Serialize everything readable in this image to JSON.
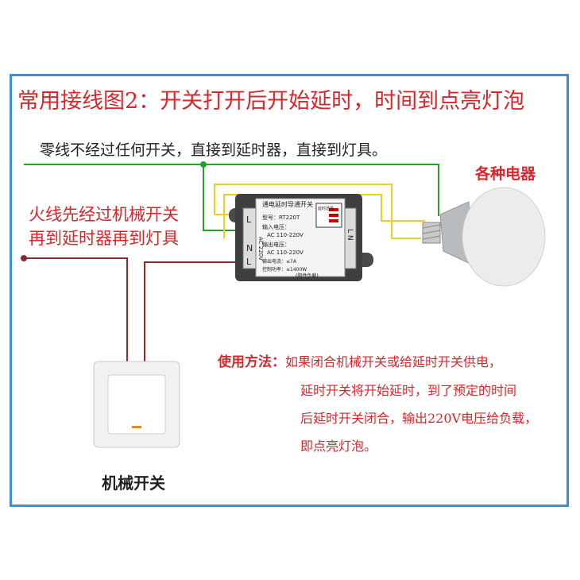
{
  "title": "常用接线图2：开关打开后开始延时，时间到点亮灯泡",
  "neutral_note": "零线不经过任何开关，直接到延时器，直接到灯具。",
  "live_note": [
    "火线先经过机械开关",
    "再到延时器再到灯具"
  ],
  "appliance_label": "各种电器",
  "switch_label": "机械开关",
  "usage": {
    "label": "使用方法：",
    "lines": [
      "如果闭合机械开关或给延时开关供电，",
      "延时开关将开始延时，到了预定的时间",
      "后延时开关闭合，输出220V电压给负载，",
      "即点亮灯泡。"
    ]
  },
  "module": {
    "header": "通电延时导通开关",
    "model": "型号：RT220T",
    "input_label": "输入电压：",
    "input_value": "AC 110-220V",
    "output_label": "输出电压：",
    "output_value": "AC 110-220V",
    "current": "输出电流：≤7A",
    "power": "控制功率：≤1400W",
    "load_type": "(阻性负载)",
    "delay_title": "延时选择",
    "terminals": {
      "left_top": "L",
      "left_bottom_n": "N",
      "left_bottom_l": "L",
      "voltage": "AC 220V",
      "right": "L N"
    }
  },
  "colors": {
    "title": "#d8262b",
    "frame": "#3a8fd8",
    "wire_live": "#8b2a2a",
    "wire_neutral": "#2aa02a",
    "wire_yellow": "#e8d21a"
  }
}
